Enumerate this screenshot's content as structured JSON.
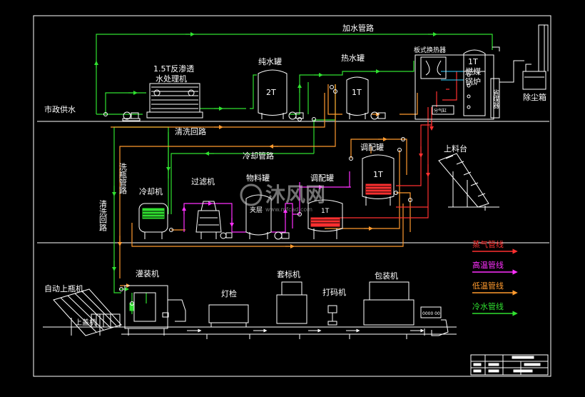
{
  "labels": {
    "add_water_pipe": "加水管路",
    "ro_machine_line1": "1.5T反渗透",
    "ro_machine_line2": "水处理机",
    "pure_water_tank": "纯水罐",
    "hot_water_tank": "热水罐",
    "plate_heat_exchanger": "板式换热器",
    "boiler_line1": "1T",
    "boiler_line2": "燃煤",
    "boiler_line3": "锅炉",
    "dust_box": "除尘箱",
    "boiler_side": "省煤器",
    "municipal_water": "市政供水",
    "cip_loop": "清洗回路",
    "cooling_pipe": "冷却管路",
    "mixing_tank_upper": "调配罐",
    "mixing_tank_lower": "调配罐",
    "loading_platform": "上料台",
    "bottle_wash_pipe": "洗瓶管路",
    "cip_loop_vertical": "清洗回路",
    "cooler": "冷却机",
    "filter": "过滤机",
    "material_tank": "物料罐",
    "material_tank_inner": "夹层",
    "auto_bottle_loader": "自动上瓶机",
    "filling_machine": "灌装机",
    "cap_machine": "上盖机",
    "light_inspection": "灯检",
    "labeling_machine": "套标机",
    "coding_machine": "打码机",
    "packaging_machine": "包装机",
    "tank_2t": "2T",
    "tank_1t_hot": "1T",
    "tank_1t_mix": "1T",
    "tank_1t_material": "1T",
    "control_panel": "0000 00",
    "air_separator": "分气缸"
  },
  "legend": {
    "items": [
      {
        "label": "蒸气管线",
        "color": "#ff3030"
      },
      {
        "label": "高温管线",
        "color": "#ff30ff"
      },
      {
        "label": "低温管线",
        "color": "#ff9a2e"
      },
      {
        "label": "冷水管线",
        "color": "#30e030"
      }
    ]
  },
  "watermark": {
    "text": "沐风网",
    "url": "www.mfcad.com"
  },
  "colors": {
    "background": "#000000",
    "equipment": "#ffffff",
    "steam": "#ff3030",
    "high_temp": "#ff30ff",
    "low_temp": "#ff9a2e",
    "cold_water": "#30e030",
    "cyan": "#30d0ff"
  }
}
